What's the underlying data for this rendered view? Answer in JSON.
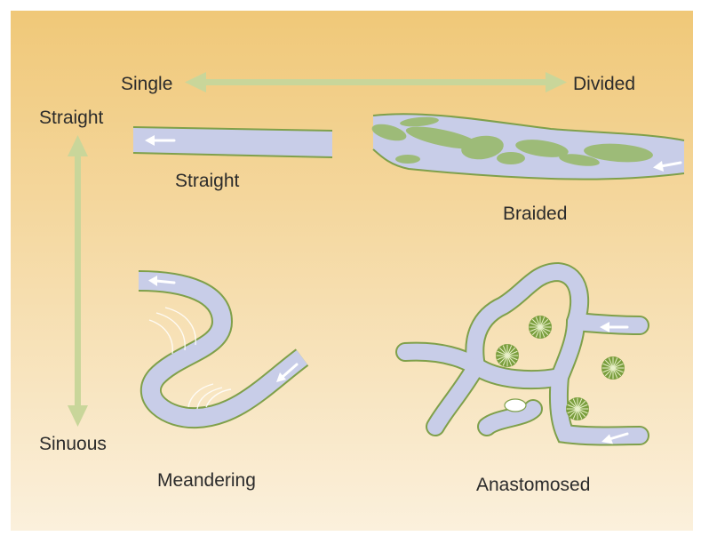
{
  "axes": {
    "horizontal": {
      "left_label": "Single",
      "right_label": "Divided"
    },
    "vertical": {
      "top_label": "Straight",
      "bottom_label": "Sinuous"
    }
  },
  "channels": [
    {
      "id": "straight",
      "label": "Straight"
    },
    {
      "id": "braided",
      "label": "Braided"
    },
    {
      "id": "meandering",
      "label": "Meandering"
    },
    {
      "id": "anastomosed",
      "label": "Anastomosed"
    }
  ],
  "colors": {
    "background_top": "#f0c878",
    "background_bottom": "#fbf0dc",
    "water": "#c8cde8",
    "bank": "#7fa04a",
    "bar": "#9dbb78",
    "arrow": "#c9d69a",
    "vegetation": "#7a9e3e",
    "flow_arrow": "#ffffff",
    "text": "#2b2b2b"
  }
}
